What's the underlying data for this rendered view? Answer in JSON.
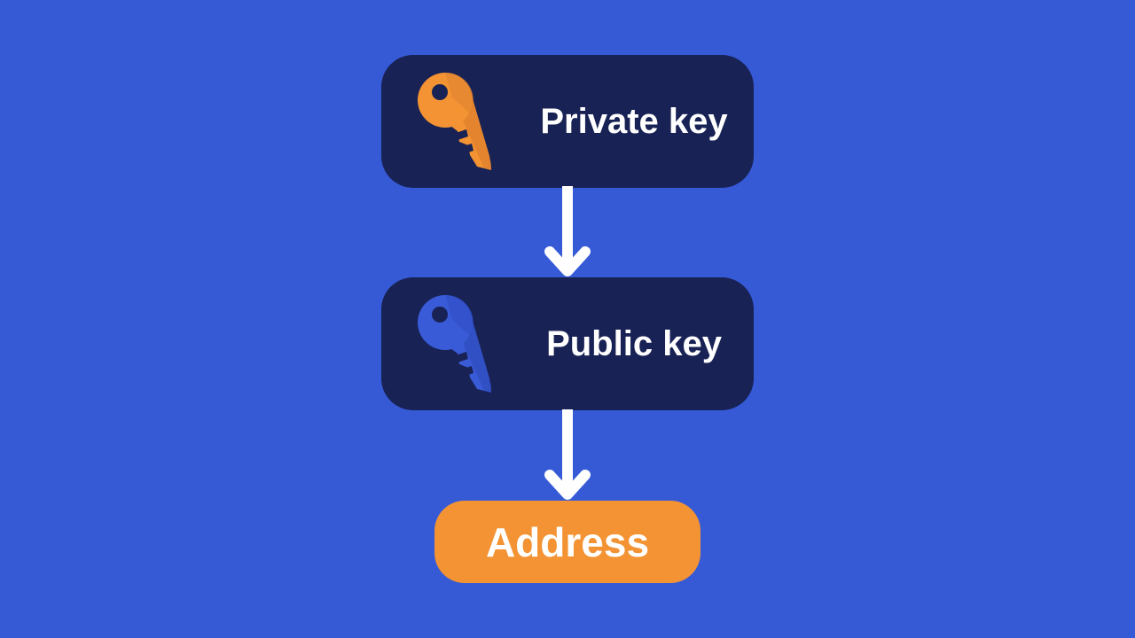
{
  "colors": {
    "background": "#365AD6",
    "box_dark": "#182254",
    "address_box": "#F39333",
    "text": "#FFFFFF",
    "arrow": "#FFFFFF",
    "private_key_icon": "#F39333",
    "public_key_icon": "#3A5BD8"
  },
  "nodes": {
    "private_key": {
      "label": "Private key",
      "icon": "key-icon"
    },
    "public_key": {
      "label": "Public key",
      "icon": "key-icon"
    },
    "address": {
      "label": "Address"
    }
  }
}
